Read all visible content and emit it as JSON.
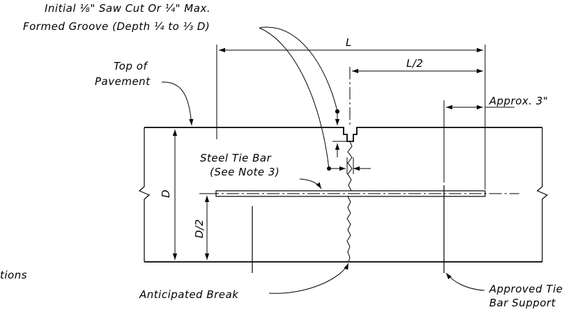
{
  "labels": {
    "saw_cut_line1": "Initial ⅛\" Saw Cut Or ¼\" Max.",
    "saw_cut_line2": "Formed Groove (Depth ¼ to ⅓ D)",
    "length": "L",
    "half_length": "L/2",
    "top_line1": "Top of",
    "top_line2": "Pavement",
    "approx": "Approx. 3\"",
    "tie_bar_line1": "Steel Tie Bar",
    "tie_bar_line2": "(See Note 3)",
    "depth": "D",
    "half_depth": "D/2",
    "break": "Anticipated Break",
    "support_line1": "Approved Tie",
    "support_line2": "Bar Support",
    "cut_off_left": "tions"
  }
}
